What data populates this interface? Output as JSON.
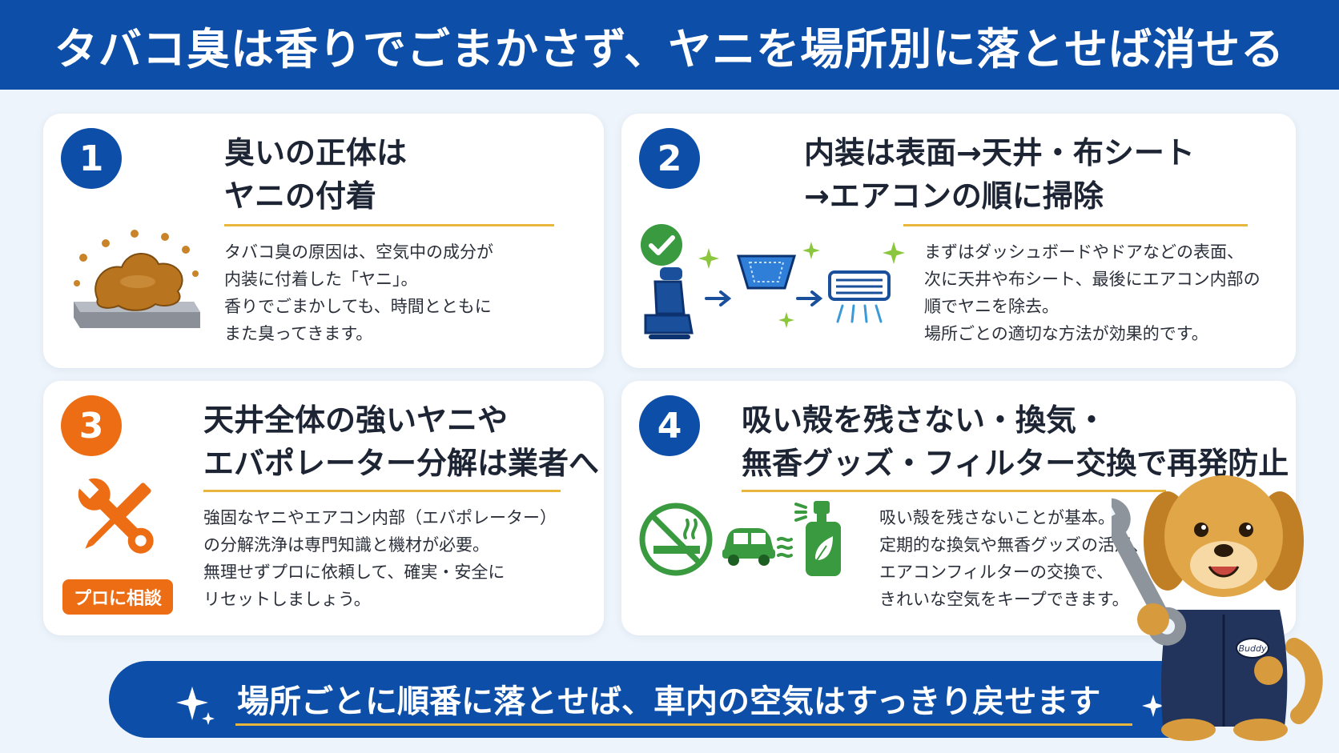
{
  "header": {
    "title": "タバコ臭は香りでごまかさず、ヤニを場所別に落とせば消せる"
  },
  "cards": [
    {
      "number": "1",
      "title_lines": [
        "臭いの正体は",
        "ヤニの付着"
      ],
      "body_lines": [
        "タバコ臭の原因は、空気中の成分が",
        "内装に付着した「ヤニ」。",
        "香りでごまかしても、時間とともに",
        "また臭ってきます。"
      ]
    },
    {
      "number": "2",
      "title_lines": [
        "内装は表面→天井・布シート",
        "→エアコンの順に掃除"
      ],
      "body_lines": [
        "まずはダッシュボードやドアなどの表面、",
        "次に天井や布シート、最後にエアコン内部の",
        "順でヤニを除去。",
        "場所ごとの適切な方法が効果的です。"
      ]
    },
    {
      "number": "3",
      "title_lines": [
        "天井全体の強いヤニや",
        "エバポレーター分解は業者へ"
      ],
      "body_lines": [
        "強固なヤニやエアコン内部（エバポレーター）",
        "の分解洗浄は専門知識と機材が必要。",
        "無理せずプロに依頼して、確実・安全に",
        "リセットしましょう。"
      ],
      "badge": "プロに相談"
    },
    {
      "number": "4",
      "title_lines": [
        "吸い殻を残さない・換気・",
        "無香グッズ・フィルター交換で再発防止"
      ],
      "body_lines": [
        "吸い殻を残さないことが基本。",
        "定期的な換気や無香グッズの活用、",
        "エアコンフィルターの交換で、",
        "きれいな空気をキープできます。"
      ]
    }
  ],
  "footer": {
    "text": "場所ごとに順番に落とせば、車内の空気はすっきり戻せます"
  },
  "mascot": {
    "badge_text": "Buddy"
  },
  "colors": {
    "primary": "#0d4fa8",
    "accent": "#ec6d13",
    "gold": "#e8b63a",
    "green": "#3a9a3f",
    "tar": "#b8741e"
  },
  "icons": [
    "tar-stain-icon",
    "check-icon",
    "car-seat-icon",
    "roof-panel-icon",
    "air-conditioner-icon",
    "wrench-screwdriver-icon",
    "no-smoking-icon",
    "car-ventilation-icon",
    "spray-bottle-icon",
    "sparkle-icon",
    "mascot-dog"
  ]
}
